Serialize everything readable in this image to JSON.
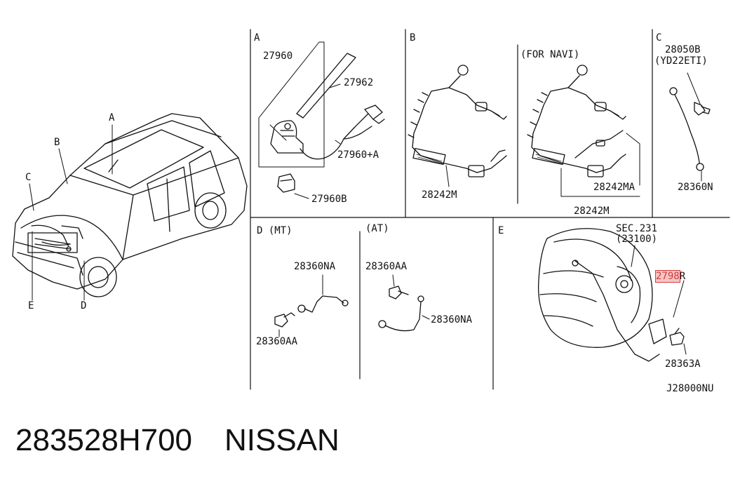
{
  "sections": {
    "A": "A",
    "B": "B",
    "B_navi": "(FOR NAVI)",
    "C": "C",
    "D_mt": "D (MT)",
    "D_at": "(AT)",
    "E": "E"
  },
  "overview_callouts": {
    "A": "A",
    "B": "B",
    "C": "C",
    "D": "D",
    "E": "E"
  },
  "parts": {
    "a_27960": "27960",
    "a_27962": "27962",
    "a_27960a": "27960+A",
    "a_27960b": "27960B",
    "b_28242m": "28242M",
    "bn_28242ma": "28242MA",
    "bn_28242m": "28242M",
    "c_28050b": "28050B",
    "c_yd22eti": "(YD22ETI)",
    "c_28360n": "28360N",
    "d_mt_28360na": "28360NA",
    "d_mt_28360aa": "28360AA",
    "d_at_28360aa": "28360AA",
    "d_at_28360na": "28360NA",
    "e_sec": "SEC.231",
    "e_23100": "(23100)",
    "e_2798r_highlight": "2798",
    "e_2798r_suffix": "R",
    "e_28363a": "28363A"
  },
  "diagram_code": "J28000NU",
  "footer": {
    "part_number": "283528H700",
    "brand": "NISSAN"
  },
  "colors": {
    "line": "#111111",
    "highlight_fill": "#f3c6c6",
    "highlight_border": "#d63a3a"
  }
}
